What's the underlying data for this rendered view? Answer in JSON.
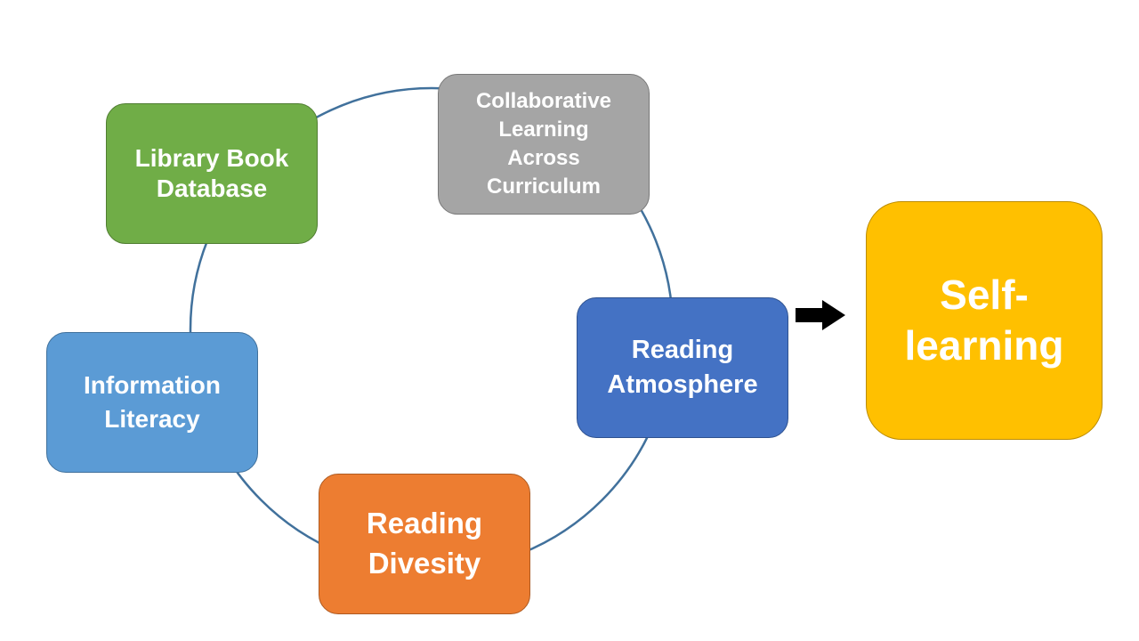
{
  "diagram": {
    "nodes": [
      {
        "id": "library",
        "label": "Library Book\nDatabase",
        "color": "#70ad47",
        "border": "#507e32"
      },
      {
        "id": "collab",
        "label": "Collaborative\nLearning\nAcross\nCurriculum",
        "color": "#a5a5a5",
        "border": "#787878"
      },
      {
        "id": "atmosphere",
        "label": "Reading\nAtmosphere",
        "color": "#4472c4",
        "border": "#2f528f"
      },
      {
        "id": "diversity",
        "label": "Reading\nDivesity",
        "color": "#ed7d31",
        "border": "#ae5a21"
      },
      {
        "id": "info",
        "label": "Information\nLiteracy",
        "color": "#5b9bd5",
        "border": "#41719c"
      }
    ],
    "outcome": {
      "id": "self",
      "label": "Self-\nlearning",
      "color": "#ffc000",
      "border": "#bc8c00"
    },
    "cycle_color": "#41719c",
    "arrow_color": "#000000"
  }
}
